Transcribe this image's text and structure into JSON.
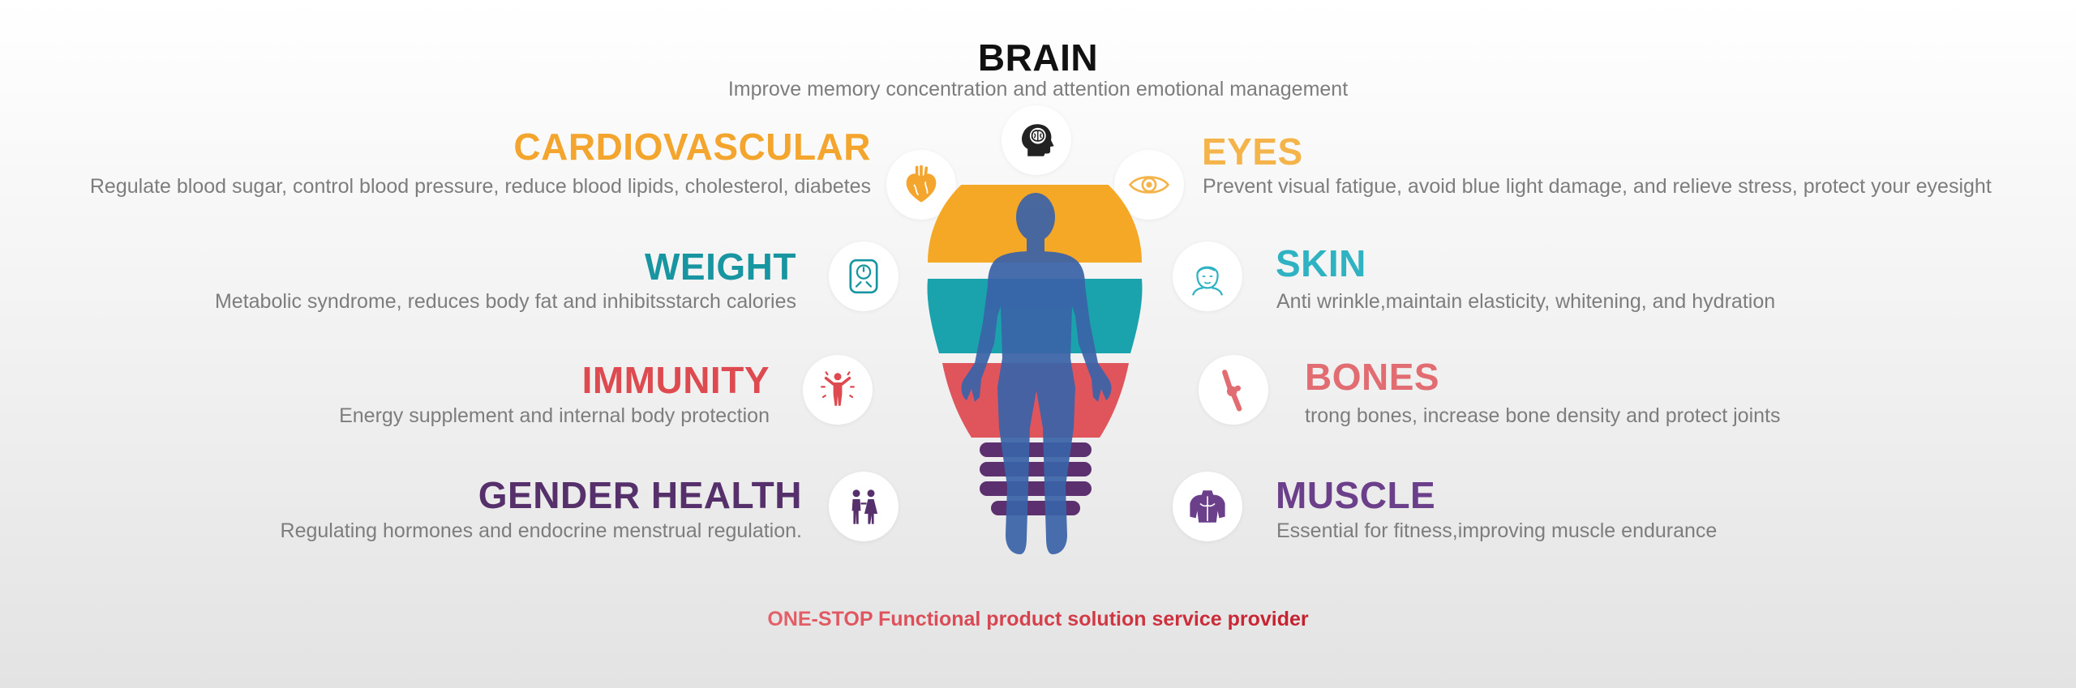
{
  "colors": {
    "brain": "#111111",
    "cardiovascular": "#f3a52d",
    "eyes": "#f5b44a",
    "weight": "#1795a0",
    "skin": "#2fb3c2",
    "immunity": "#dd4a4f",
    "bones": "#e16d72",
    "gender_health": "#55306a",
    "muscle": "#6b3f8a",
    "tagline_start": "#e5616a",
    "tagline_end": "#c41f2d",
    "figure": "#3a63a8"
  },
  "brain": {
    "title": "BRAIN",
    "desc": "Improve memory concentration and attention emotional management",
    "icon": "brain-head-icon"
  },
  "cardiovascular": {
    "title": "CARDIOVASCULAR",
    "desc": "Regulate blood sugar, control blood pressure, reduce blood lipids, cholesterol, diabetes",
    "icon": "heart-icon"
  },
  "eyes": {
    "title": "EYES",
    "desc": "Prevent visual fatigue, avoid blue light damage, and relieve stress, protect your eyesight",
    "icon": "eye-icon"
  },
  "weight": {
    "title": "WEIGHT",
    "desc": "Metabolic syndrome, reduces body fat and inhibitsstarch calories",
    "icon": "scale-icon"
  },
  "skin": {
    "title": "SKIN",
    "desc": "Anti wrinkle,maintain elasticity, whitening, and hydration",
    "icon": "face-icon"
  },
  "immunity": {
    "title": "IMMUNITY",
    "desc": "Energy supplement and internal body protection",
    "icon": "shielded-person-icon"
  },
  "bones": {
    "title": "BONES",
    "desc": "trong bones, increase bone density and protect joints",
    "icon": "knee-joint-icon"
  },
  "gender_health": {
    "title": "GENDER HEALTH",
    "desc": "Regulating hormones and endocrine menstrual regulation.",
    "icon": "couple-icon"
  },
  "muscle": {
    "title": "MUSCLE",
    "desc": "Essential for fitness,improving muscle endurance",
    "icon": "torso-muscle-icon"
  },
  "tagline": "ONE-STOP Functional product solution service provider"
}
